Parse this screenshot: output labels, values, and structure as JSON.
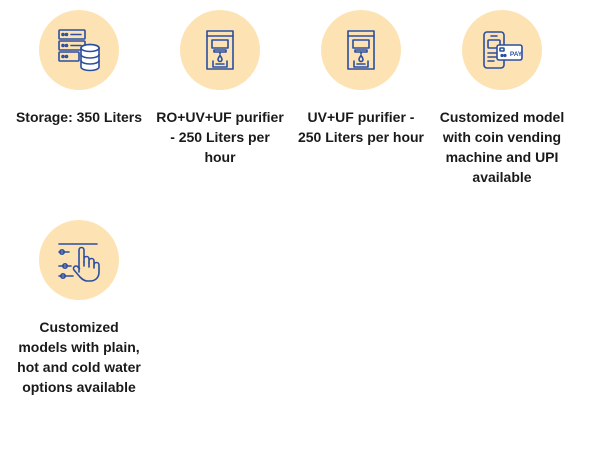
{
  "theme": {
    "icon_bg": "#fde3b3",
    "icon_stroke": "#2b4ea0",
    "text": "#1a1a1a"
  },
  "features": [
    {
      "icon": "server-database-icon",
      "label": "Storage: 350 Liters"
    },
    {
      "icon": "water-purifier-icon",
      "label": "RO+UV+UF purifier - 250 Liters per hour"
    },
    {
      "icon": "water-purifier-icon",
      "label": "UV+UF purifier - 250 Liters per hour"
    },
    {
      "icon": "phone-pay-icon",
      "label": "Customized model with coin vending machine and UPI available",
      "icon_text": "PAY"
    },
    {
      "icon": "touch-controls-icon",
      "label": "Customized models with plain, hot and cold water options available"
    }
  ]
}
